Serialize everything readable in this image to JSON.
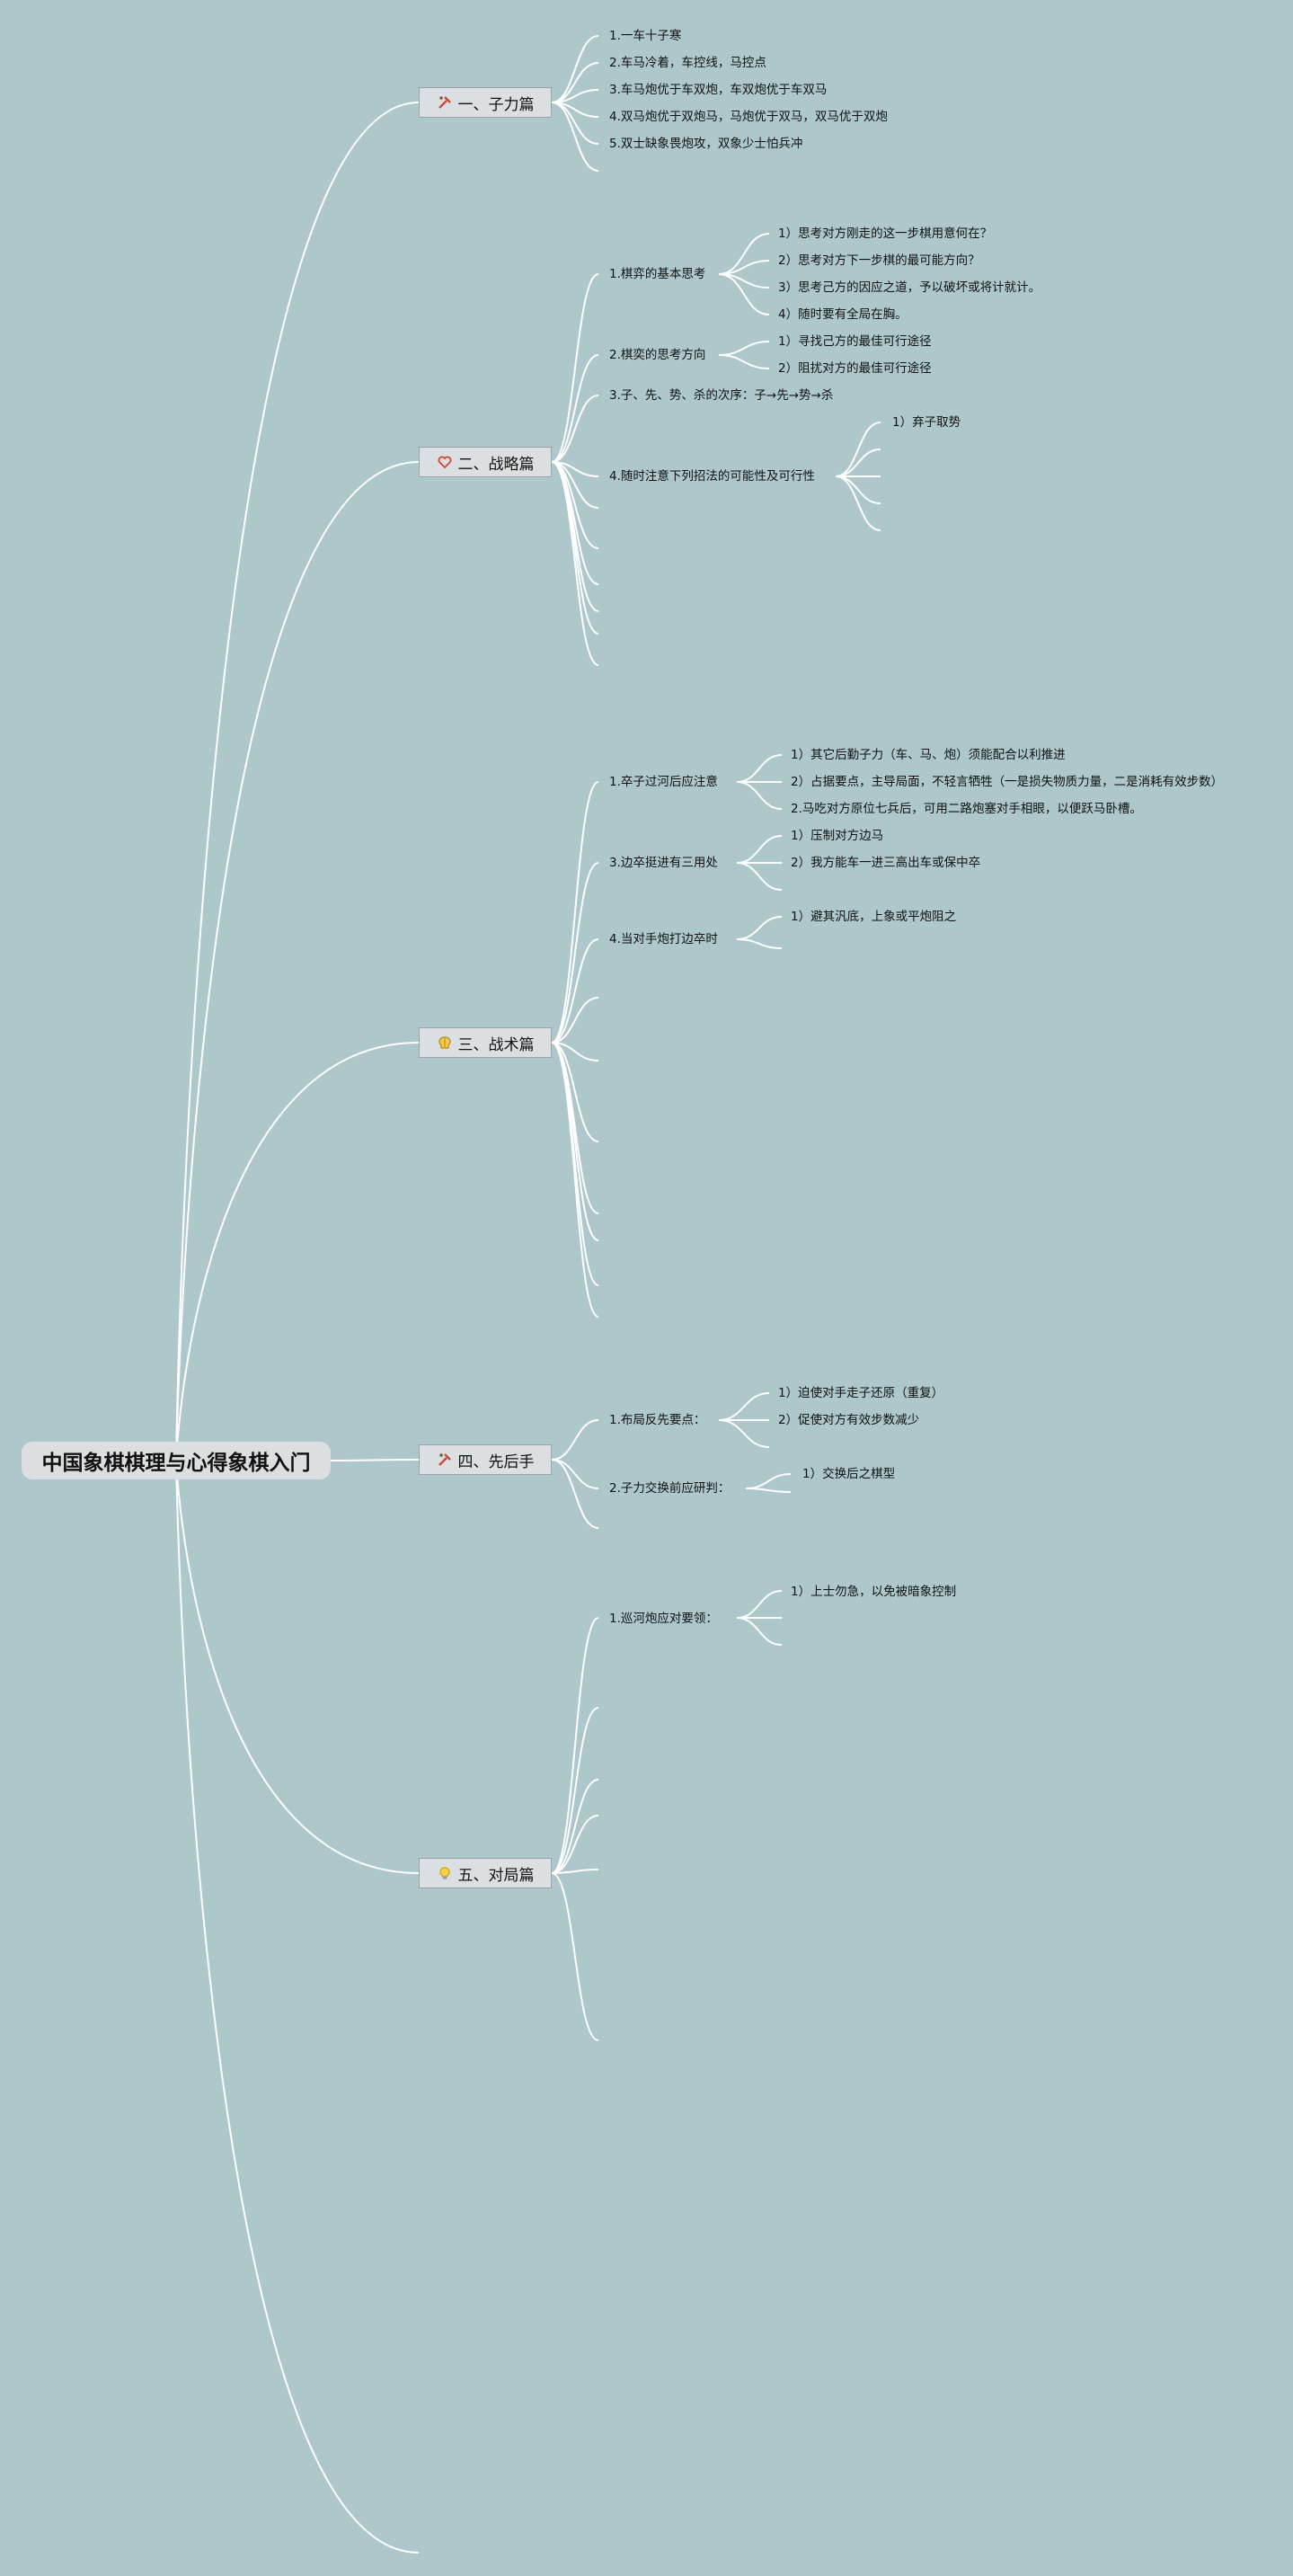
{
  "root": {
    "title": "中国象棋棋理与心得象棋入门"
  },
  "branches": [
    {
      "label": "一、子力篇",
      "icon": "chess-tools-icon",
      "items": [
        "1.一车十子寒",
        "2.车马冷着，车控线，马控点",
        "3.车马炮优于车双炮，车双炮优于车双马",
        "4.双马炮优于双炮马，马炮优于双马，双马优于双炮",
        "5.双士缺象畏炮攻，双象少士怕兵冲"
      ]
    },
    {
      "label": "二、战略篇",
      "icon": "heart-icon",
      "items": [
        {
          "label": "1.棋弈的基本思考",
          "subs": [
            "1）思考对方刚走的这一步棋用意何在？",
            "2）思考对方下一步棋的最可能方向？",
            "3）思考己方的因应之道，予以破坏或将计就计。",
            "4）随时要有全局在胸。"
          ]
        },
        {
          "label": "2.棋奕的思考方向",
          "subs": [
            "1）寻找己方的最佳可行途径",
            "2）阻扰对方的最佳可行途径"
          ]
        },
        "3.子、先、势、杀的次序：子→先→势→杀",
        {
          "label": "4.随时注意下列招法的可能性及可行性",
          "subs": [
            "1）弃子取势"
          ]
        }
      ]
    },
    {
      "label": "三、战术篇",
      "icon": "brain-icon",
      "items": [
        {
          "label": "1.卒子过河后应注意",
          "subs": [
            "1）其它后勤子力（车、马、炮）须能配合以利推进",
            "2）占据要点，主导局面，不轻言牺牲（一是损失物质力量，二是消耗有效步数）",
            "2.马吃对方原位七兵后，可用二路炮塞对手相眼，以便跃马卧槽。"
          ]
        },
        {
          "label": "3.边卒挺进有三用处",
          "subs": [
            "1）压制对方边马",
            "2）我方能车一进三高出车或保中卒"
          ]
        },
        {
          "label": "4.当对手炮打边卒时",
          "subs": [
            "1）避其汎底，上象或平炮阻之"
          ]
        }
      ]
    },
    {
      "label": "四、先后手",
      "icon": "chess-tools-icon",
      "items": [
        {
          "label": "1.布局反先要点：",
          "subs": [
            "1）迫使对手走子还原（重复）",
            "2）促使对方有效步数减少"
          ]
        },
        {
          "label": "2.子力交换前应研判：",
          "subs": [
            "1）交换后之棋型"
          ]
        }
      ]
    },
    {
      "label": "五、对局篇",
      "icon": "lightbulb-icon",
      "items": [
        {
          "label": "1.巡河炮应对要领：",
          "subs": [
            "1）上士勿急，以免被暗象控制"
          ]
        }
      ]
    }
  ],
  "colors": {
    "background": "#adc7ca",
    "line": "#ffffff",
    "node": "#dcdfe1"
  }
}
